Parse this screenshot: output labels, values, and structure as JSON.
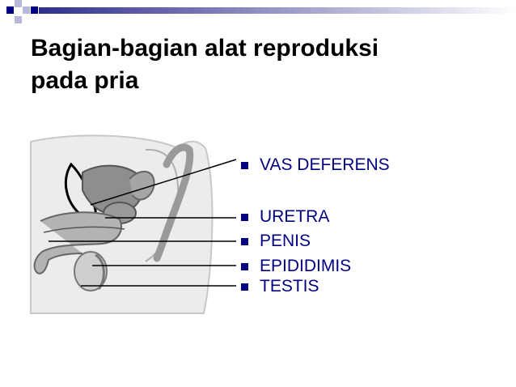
{
  "slide": {
    "title_lines": [
      "Bagian-bagian alat reproduksi",
      "pada pria"
    ],
    "labels": [
      "VAS DEFERENS",
      "URETRA",
      "PENIS",
      "EPIDIDIMIS",
      "TESTIS"
    ]
  },
  "colors": {
    "accent": "#000080",
    "bar_gradient_start": "#2f2f8f",
    "bar_gradient_end": "#ffffff",
    "title": "#000000"
  },
  "figure": {
    "icon": "anatomy-illustration"
  }
}
